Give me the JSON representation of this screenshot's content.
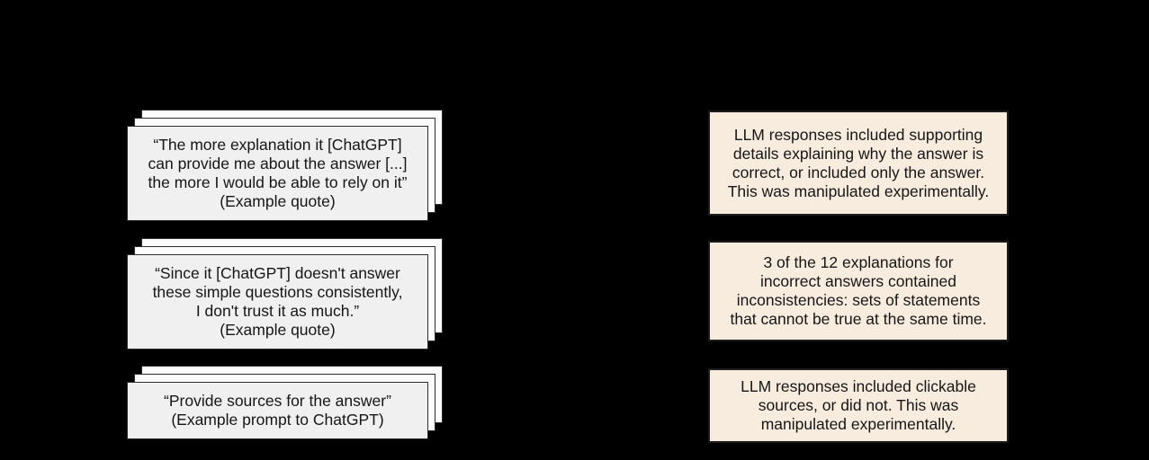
{
  "canvas": {
    "background": "#000000"
  },
  "left_column": {
    "card_front_fill": "#f0f0f0",
    "card_back_fill": "#fcfcfc",
    "card_border": "#2d2d2d",
    "cards": [
      {
        "lines": [
          "“The more explanation it [ChatGPT]",
          "can provide me about the answer [...]",
          "the more I would be able to rely on it”",
          "(Example quote)"
        ]
      },
      {
        "lines": [
          "“Since it [ChatGPT] doesn't answer",
          "these simple questions consistently,",
          "I don't trust it as much.”",
          "(Example quote)"
        ]
      },
      {
        "lines": [
          "“Provide sources for the answer”",
          "(Example prompt to ChatGPT)"
        ]
      }
    ]
  },
  "right_column": {
    "box_fill": "#f8ecdf",
    "box_border": "#1c1c1c",
    "cards": [
      {
        "lines": [
          "LLM responses included supporting",
          "details explaining why the answer is",
          "correct, or included only the answer.",
          "This was manipulated experimentally."
        ]
      },
      {
        "lines": [
          "3 of the 12 explanations for",
          "incorrect answers contained",
          "inconsistencies: sets of statements",
          "that cannot be true at the same time."
        ]
      },
      {
        "lines": [
          "LLM responses included clickable",
          "sources, or did not. This was",
          "manipulated experimentally."
        ]
      }
    ]
  },
  "text_color": "#161616"
}
